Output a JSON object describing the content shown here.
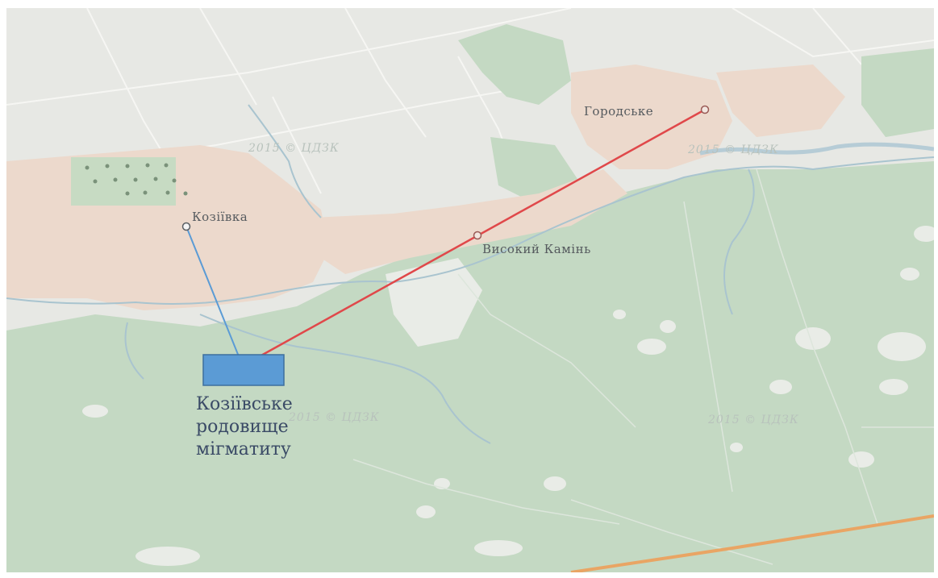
{
  "map": {
    "settlements": [
      {
        "id": "horodske",
        "name": "Городське"
      },
      {
        "id": "vysokyi",
        "name": "Високий Камінь"
      },
      {
        "id": "koziivka",
        "name": "Козіївка"
      }
    ],
    "deposit": {
      "lines": [
        "Козіївське",
        "родовище",
        "мігматиту"
      ],
      "fill_color": "#5b9bd5"
    },
    "watermarks": [
      "2015 © ЦДЗК",
      "2015 © ЦДЗК",
      "2015 © ЦДЗК",
      "2015 © ЦДЗК"
    ],
    "colors": {
      "forest": "#c4d9c3",
      "field": "#e7e8e4",
      "urban": "#ecd9cc",
      "river": "#a9c4cf",
      "road_orange": "#e9a564",
      "line_red": "#e0484a",
      "line_blue": "#5b9bd5"
    }
  }
}
